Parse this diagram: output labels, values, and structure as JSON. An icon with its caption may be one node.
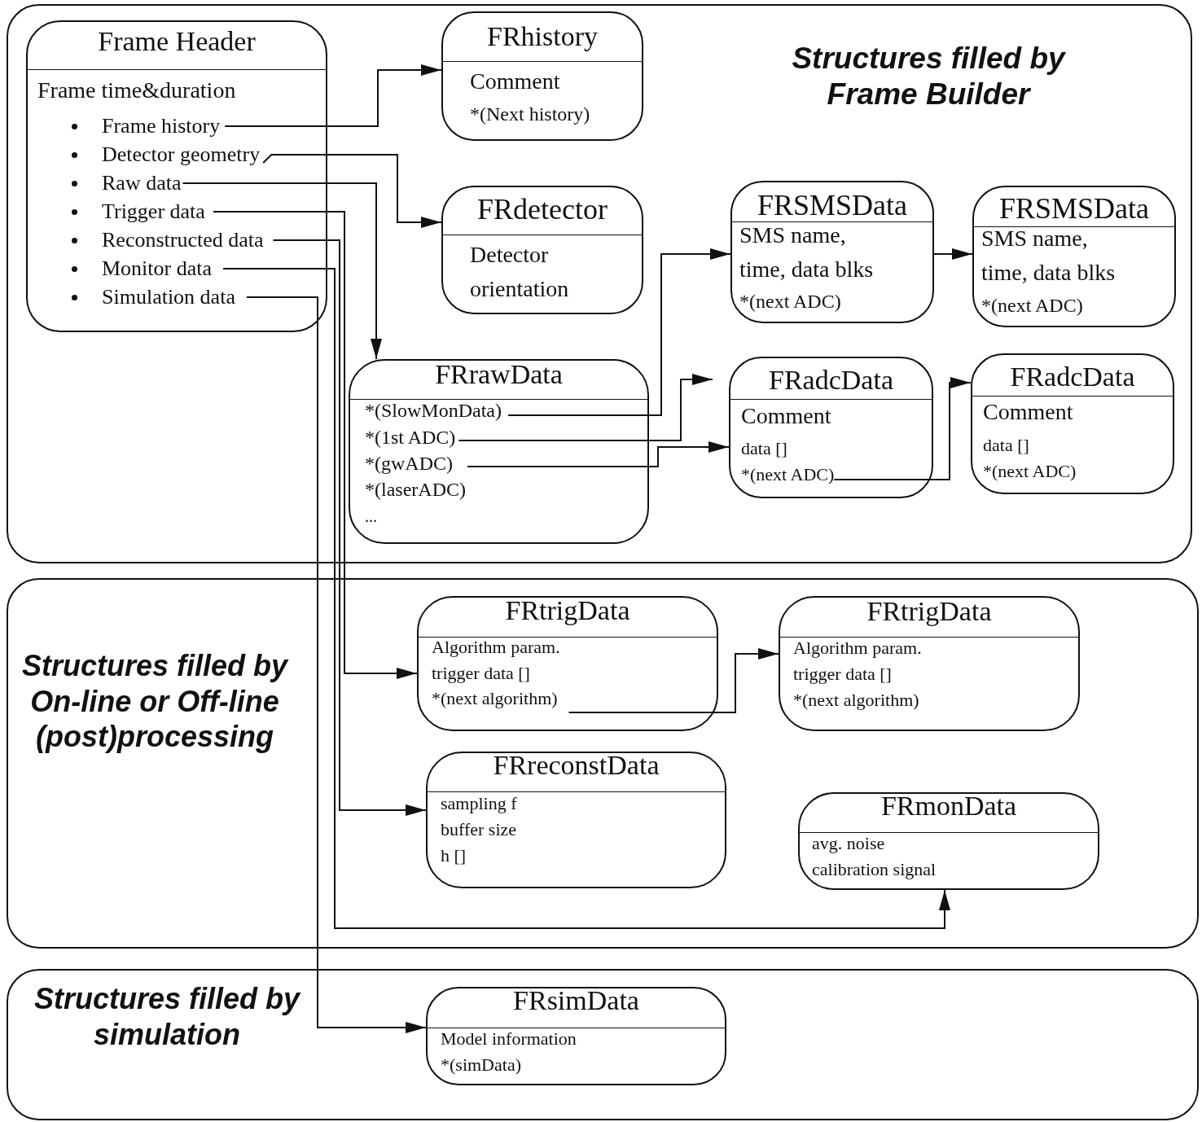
{
  "diagram": {
    "nodes": [
      {
        "text": [
          "Structures filled by Frame Builder"
        ]
      },
      {
        "text": [
          "Frame Header",
          "Frame time&duration"
        ],
        "in": 0
      },
      {
        "text": [
          "Frame history"
        ],
        "in": 1
      },
      {
        "text": [
          "Detector geometry"
        ],
        "in": 1
      },
      {
        "text": [
          "Raw data"
        ],
        "in": 1
      },
      {
        "text": [
          "Trigger data"
        ],
        "in": 1
      },
      {
        "text": [
          "Reconstructed data"
        ],
        "in": 1
      },
      {
        "text": [
          "Monitor data"
        ],
        "in": 1
      },
      {
        "text": [
          "Simulation data"
        ],
        "in": 1
      },
      {
        "text": [
          "FRhistory",
          "Comment",
          "*(Next history)"
        ],
        "in": 0
      },
      {
        "text": [
          "FRdetector",
          "Detector orientation"
        ],
        "in": 0
      },
      {
        "text": [
          "FRSMSData",
          "SMS name, time, data blks",
          "*(next ADC)"
        ],
        "in": 0
      },
      {
        "text": [
          "FRSMSData",
          "SMS name, time, data blks",
          "*(next ADC)"
        ],
        "in": 0
      },
      {
        "text": [
          "FRrawData",
          "*(laserADC)",
          "..."
        ],
        "in": 0
      },
      {
        "text": [
          "*(SlowMonData)"
        ],
        "in": 13
      },
      {
        "text": [
          "*(1st ADC)"
        ],
        "in": 13
      },
      {
        "text": [
          "*(gwADC)"
        ],
        "in": 13
      },
      {
        "text": [
          "FRadcData",
          "Comment",
          "data []"
        ],
        "in": 0
      },
      {
        "text": [
          "*(next ADC)"
        ],
        "in": 17
      },
      {
        "text": [
          "FRadcData",
          "Comment",
          "data []",
          "*(next ADC)"
        ],
        "in": 0
      },
      {
        "text": [
          "Structures filled by On-line or Off-line (post)processing"
        ]
      },
      {
        "text": [
          "FRtrigData",
          "Algorithm param.",
          "trigger data []"
        ],
        "in": 20
      },
      {
        "text": [
          "*(next algorithm)"
        ],
        "in": 21
      },
      {
        "text": [
          "FRtrigData",
          "Algorithm param.",
          "trigger data []",
          "*(next algorithm)"
        ],
        "in": 20
      },
      {
        "text": [
          "FRreconstData",
          "sampling f",
          "buffer size",
          "h []"
        ],
        "in": 20
      },
      {
        "text": [
          "FRmonData",
          "avg. noise",
          "calibration signal"
        ],
        "in": 20
      },
      {
        "text": [
          "Structures filled by simulation"
        ]
      },
      {
        "text": [
          "FRsimData",
          "Model information",
          "*(simData)"
        ],
        "in": 26
      }
    ],
    "edges": [
      {
        "from": 2,
        "to": 9,
        "arrow": "to"
      },
      {
        "from": 3,
        "to": 10,
        "arrow": "to"
      },
      {
        "from": 4,
        "to": 13,
        "arrow": "to"
      },
      {
        "from": 5,
        "to": 21,
        "arrow": "to"
      },
      {
        "from": 6,
        "to": 24,
        "arrow": "to"
      },
      {
        "from": 7,
        "to": 25,
        "arrow": "to"
      },
      {
        "from": 8,
        "to": 27,
        "arrow": "to"
      },
      {
        "from": 14,
        "to": 11,
        "arrow": "to"
      },
      {
        "from": 15,
        "to": 17,
        "arrow": "to"
      },
      {
        "from": 16,
        "to": 17,
        "arrow": "to"
      },
      {
        "from": 11,
        "to": 12,
        "arrow": "to"
      },
      {
        "from": 18,
        "to": 19,
        "arrow": "to"
      },
      {
        "from": 22,
        "to": 23,
        "arrow": "to"
      }
    ]
  }
}
